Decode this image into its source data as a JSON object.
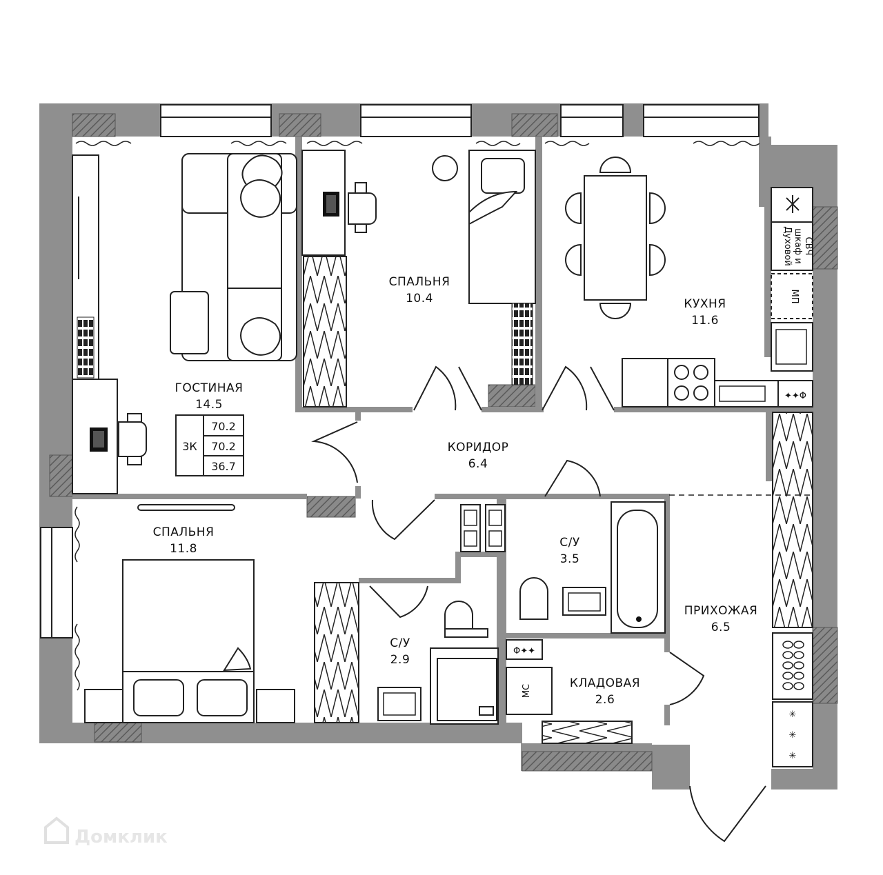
{
  "rooms": {
    "living": {
      "name": "ГОСТИНАЯ",
      "area": "14.5"
    },
    "bedroom_top": {
      "name": "СПАЛЬНЯ",
      "area": "10.4"
    },
    "kitchen": {
      "name": "КУХНЯ",
      "area": "11.6"
    },
    "corridor": {
      "name": "КОРИДОР",
      "area": "6.4"
    },
    "bedroom_bottom": {
      "name": "СПАЛЬНЯ",
      "area": "11.8"
    },
    "bath_large": {
      "name": "С/У",
      "area": "3.5"
    },
    "bath_small": {
      "name": "С/У",
      "area": "2.9"
    },
    "hallway": {
      "name": "ПРИХОЖАЯ",
      "area": "6.5"
    },
    "storage": {
      "name": "КЛАДОВАЯ",
      "area": "2.6"
    }
  },
  "summary": {
    "rooms_label": "3К",
    "total": "70.2",
    "total2": "70.2",
    "living": "36.7"
  },
  "appliances": {
    "oven": "Духовой шкаф и СВЧ",
    "oven_l1": "Духовой",
    "oven_l2": "шкаф и",
    "oven_l3": "СВЧ",
    "dishwasher": "МП",
    "washer": "МС"
  },
  "watermark": "Домклик"
}
